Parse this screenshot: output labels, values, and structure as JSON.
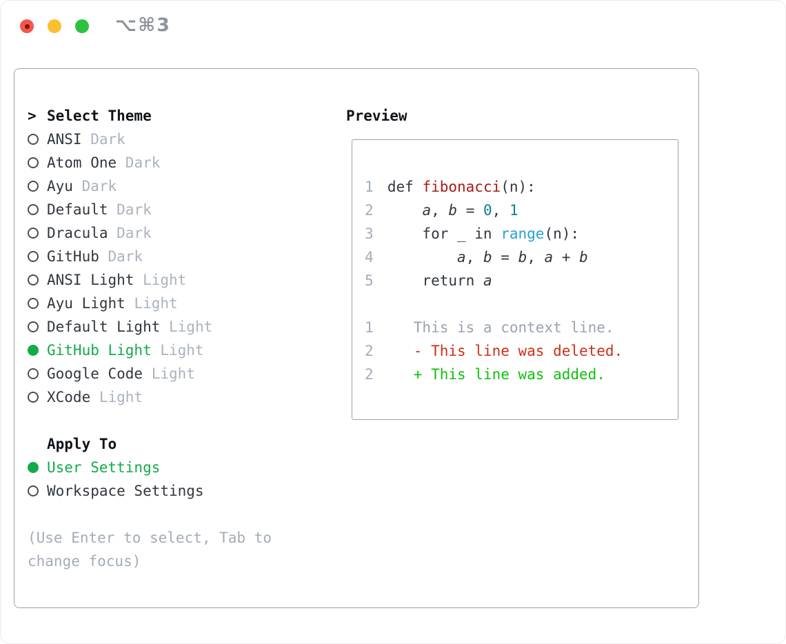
{
  "window": {
    "title": "⌥⌘3"
  },
  "colors": {
    "heading": "#101418",
    "text": "#31373e",
    "muted": "#a2acb8",
    "tag": "#aab3bd",
    "marker": "#474d55",
    "border": "#9aa2ac",
    "accent": "#12ab4b",
    "diffAdd": "#0fc00f",
    "diffDel": "#cf2e18",
    "fnRed": "#a91915",
    "numTeal": "#0c7f8c",
    "builtinBlue": "#27a0d8",
    "ctxGray": "#99a3ae",
    "titlebar": "#8f949b",
    "trafficRed": "#f4564a",
    "trafficRedDot": "#7e140b",
    "trafficYellow": "#fcbf2f",
    "trafficGreen": "#2cc240"
  },
  "theme_panel": {
    "prompt": ">",
    "title": "Select Theme",
    "items": [
      {
        "name": "ANSI",
        "variant": "Dark",
        "selected": false
      },
      {
        "name": "Atom One",
        "variant": "Dark",
        "selected": false
      },
      {
        "name": "Ayu",
        "variant": "Dark",
        "selected": false
      },
      {
        "name": "Default",
        "variant": "Dark",
        "selected": false
      },
      {
        "name": "Dracula",
        "variant": "Dark",
        "selected": false
      },
      {
        "name": "GitHub",
        "variant": "Dark",
        "selected": false
      },
      {
        "name": "ANSI Light",
        "variant": "Light",
        "selected": false
      },
      {
        "name": "Ayu Light",
        "variant": "Light",
        "selected": false
      },
      {
        "name": "Default Light",
        "variant": "Light",
        "selected": false
      },
      {
        "name": "GitHub Light",
        "variant": "Light",
        "selected": true
      },
      {
        "name": "Google Code",
        "variant": "Light",
        "selected": false
      },
      {
        "name": "XCode",
        "variant": "Light",
        "selected": false
      }
    ],
    "apply_to": {
      "title": "Apply To",
      "options": [
        {
          "label": "User Settings",
          "selected": true
        },
        {
          "label": "Workspace Settings",
          "selected": false
        }
      ]
    },
    "help": "(Use Enter to select, Tab to change focus)"
  },
  "preview": {
    "title": "Preview",
    "lines": [
      {
        "num": "1",
        "segs": [
          {
            "t": "def ",
            "c": "p"
          },
          {
            "t": "fibonacci",
            "c": "fn"
          },
          {
            "t": "(n):",
            "c": "p"
          }
        ]
      },
      {
        "num": "2",
        "segs": [
          {
            "t": "    ",
            "c": "p"
          },
          {
            "t": "a",
            "c": "v"
          },
          {
            "t": ", ",
            "c": "p"
          },
          {
            "t": "b",
            "c": "v"
          },
          {
            "t": " = ",
            "c": "p"
          },
          {
            "t": "0",
            "c": "n"
          },
          {
            "t": ", ",
            "c": "p"
          },
          {
            "t": "1",
            "c": "n"
          }
        ]
      },
      {
        "num": "3",
        "segs": [
          {
            "t": "    for _ in ",
            "c": "p"
          },
          {
            "t": "range",
            "c": "b"
          },
          {
            "t": "(n):",
            "c": "p"
          }
        ]
      },
      {
        "num": "4",
        "segs": [
          {
            "t": "        ",
            "c": "p"
          },
          {
            "t": "a",
            "c": "v"
          },
          {
            "t": ", ",
            "c": "p"
          },
          {
            "t": "b",
            "c": "v"
          },
          {
            "t": " = ",
            "c": "p"
          },
          {
            "t": "b",
            "c": "v"
          },
          {
            "t": ", ",
            "c": "p"
          },
          {
            "t": "a",
            "c": "v"
          },
          {
            "t": " + ",
            "c": "p"
          },
          {
            "t": "b",
            "c": "v"
          }
        ]
      },
      {
        "num": "5",
        "segs": [
          {
            "t": "    return ",
            "c": "p"
          },
          {
            "t": "a",
            "c": "v"
          }
        ]
      },
      {
        "num": "",
        "segs": []
      },
      {
        "num": "1",
        "segs": [
          {
            "t": "   This is a context line.",
            "c": "ctx"
          }
        ]
      },
      {
        "num": "2",
        "segs": [
          {
            "t": "   - This line was deleted.",
            "c": "del"
          }
        ]
      },
      {
        "num": "2",
        "segs": [
          {
            "t": "   + This line was added.",
            "c": "add"
          }
        ]
      }
    ]
  }
}
